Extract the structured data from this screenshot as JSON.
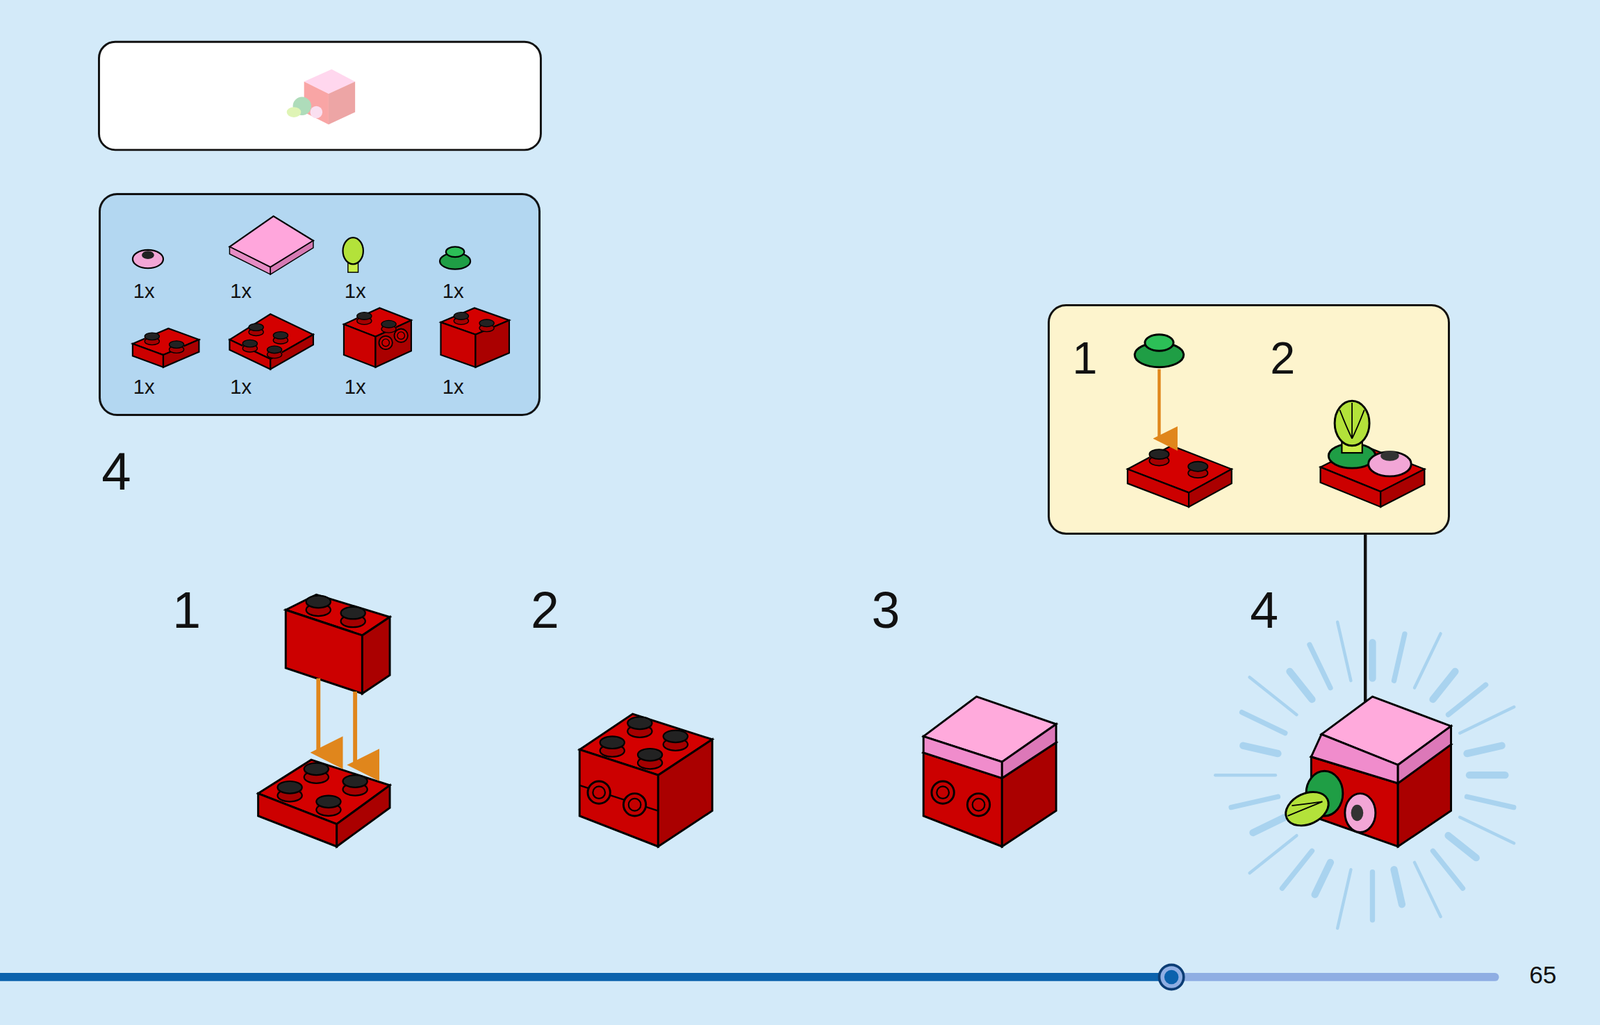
{
  "diagram": {
    "nodes": [
      {
        "text": [
          "1x",
          "1x",
          "1x",
          "1x",
          "1x",
          "1x",
          "1x",
          "1x"
        ]
      },
      {
        "text": [
          "1",
          "2"
        ]
      }
    ],
    "labels": [
      "4",
      "1",
      "2",
      "3",
      "4",
      "65"
    ]
  }
}
